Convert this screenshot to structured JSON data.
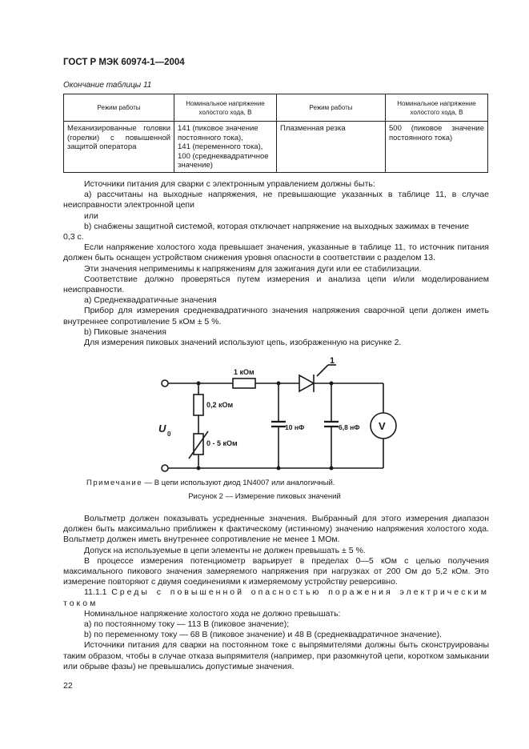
{
  "header": {
    "title": "ГОСТ Р МЭК 60974-1—2004"
  },
  "table": {
    "caption": "Окончание таблицы 11",
    "columns": [
      "Режим работы",
      "Номинальное напряжение холостого хода, В",
      "Режим работы",
      "Номинальное напряжение холостого хода, В"
    ],
    "rows": [
      [
        "Механизированные головки (горелки) с повышенной защитой оператора",
        "141 (пиковое значение постоянного тока),\n141 (переменного тока),\n100 (среднеквадратичное значение)",
        "Плазменная резка",
        "500 (пиковое значение постоянного тока)"
      ]
    ]
  },
  "paragraphs_top": [
    "Источники питания для сварки с электронным управлением должны быть:",
    "a) рассчитаны на выходные напряжения, не превышающие указанных в таблице 11, в случае неисправности электронной цепи",
    "или",
    "b) снабжены защитной системой, которая отключает напряжение на выходных зажимах в течение",
    "0,3 с.",
    "Если напряжение холостого хода превышает значения, указанные в таблице 11, то источник питания должен быть оснащен устройством снижения уровня опасности в соответствии с разделом 13.",
    "Эти значения неприменимы к напряжениям для зажигания дуги или ее стабилизации.",
    "Соответствие должно проверяться путем измерения и анализа цепи и/или моделированием неисправности.",
    "a) Среднеквадратичные значения",
    "Прибор для измерения среднеквадратичного значения напряжения сварочной цепи должен иметь внутреннее сопротивление 5 кОм ± 5 %.",
    "b) Пиковые значения",
    "Для измерения пиковых значений используют цепь, изображенную на рисунке 2."
  ],
  "figure": {
    "labels": {
      "r_series": "1 кОм",
      "r_fixed": "0,2 кОм",
      "r_pot": "0 - 5 кОм",
      "c1": "10 нФ",
      "c2": "6,8 нФ",
      "meter": "V",
      "source": "U",
      "source_sub": "0",
      "callout": "1"
    },
    "note_prefix": "Примечание",
    "note_text": " — В цепи используют диод 1N4007 или аналогичный.",
    "caption": "Рисунок 2  — Измерение пиковых значений"
  },
  "paragraphs_bottom": {
    "p1": "Вольтметр должен показывать усредненные значения. Выбранный для этого измерения диапазон должен быть максимально приближен к фактическому (истинному) значению напряжения холостого хода. Вольтметр должен иметь внутреннее сопротивление не менее 1 МОм.",
    "p2": "Допуск на используемые в цепи элементы не должен превышать ± 5 %.",
    "p3": "В процессе измерения потенциометр варьирует в пределах 0—5 кОм с целью получения максимального пикового значения замеряемого напряжения при нагрузках от 200 Ом до 5,2 кОм. Это измерение повторяют с двумя соединениями к измеряемому устройству реверсивно.",
    "section_number": "11.1.1",
    "section_title": "Среды с повышенной опасностью поражения электрическим током",
    "p4": "Номинальное напряжение холостого хода не должно превышать:",
    "p5": "a) по постоянному току — 113 В (пиковое значение);",
    "p6": "b) по переменному току — 68 В (пиковое значение) и 48 В (среднеквадратичное значение).",
    "p7": "Источники питания для сварки на постоянном токе с выпрямителями должны быть сконструированы таким образом, чтобы в случае отказа выпрямителя (например, при разомкнутой цепи, коротком замыкании или обрыве фазы) не превышались допустимые значения."
  },
  "page_number": "22"
}
